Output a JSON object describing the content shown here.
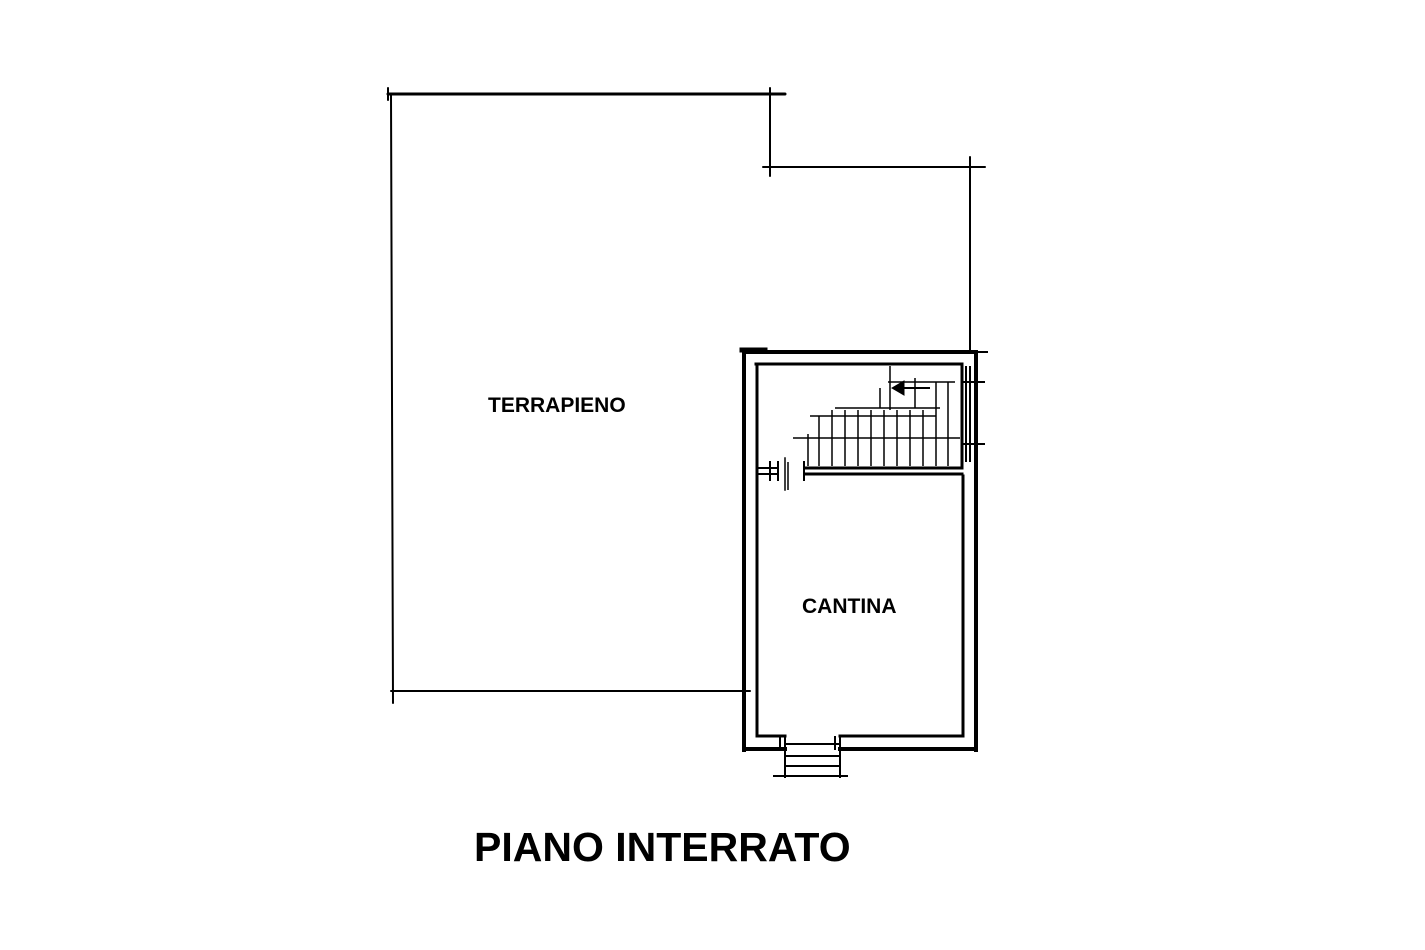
{
  "plan": {
    "title": "PIANO INTERRATO",
    "rooms": {
      "terrapieno": "TERRAPIENO",
      "cantina": "CANTINA"
    }
  },
  "colors": {
    "ink": "#000000",
    "background": "#ffffff"
  }
}
